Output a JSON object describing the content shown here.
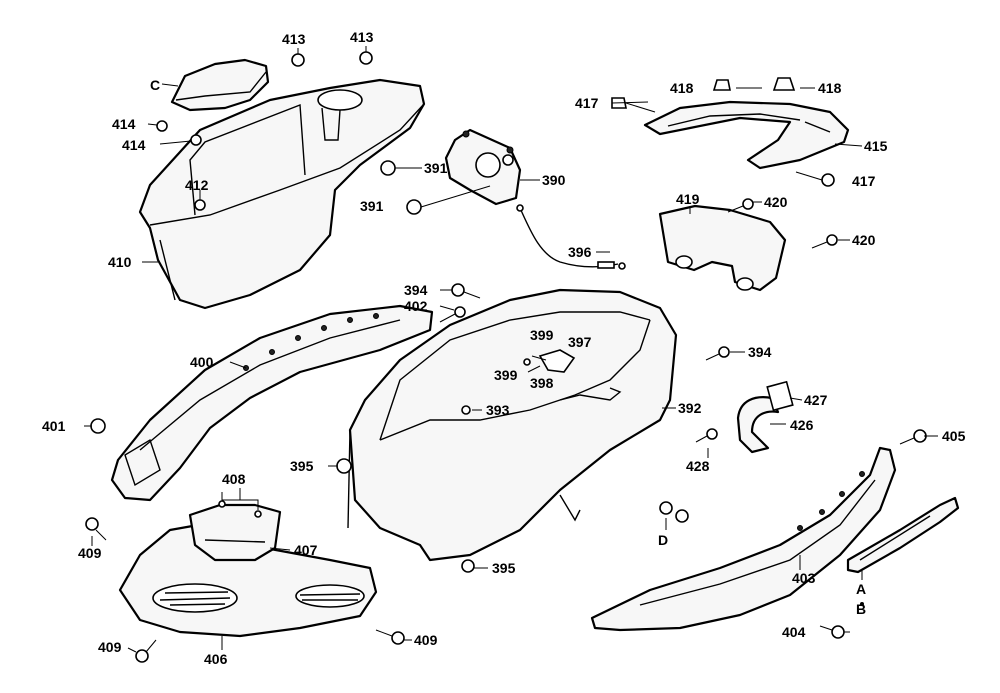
{
  "labels": {
    "p413a": "413",
    "p413b": "413",
    "pC": "C",
    "p414a": "414",
    "p414b": "414",
    "p412": "412",
    "p410": "410",
    "p391a": "391",
    "p391b": "391",
    "p390": "390",
    "p417a": "417",
    "p418a": "418",
    "p418b": "418",
    "p415": "415",
    "p417b": "417",
    "p419": "419",
    "p420a": "420",
    "p420b": "420",
    "p396": "396",
    "p394a": "394",
    "p402": "402",
    "p399a": "399",
    "p397": "397",
    "p399b": "399",
    "p398": "398",
    "p394b": "394",
    "p400": "400",
    "p393": "393",
    "p392": "392",
    "p427": "427",
    "p426": "426",
    "p401": "401",
    "p405": "405",
    "p428": "428",
    "p395a": "395",
    "p408": "408",
    "p409a": "409",
    "p407": "407",
    "pD": "D",
    "p403": "403",
    "pA": "A",
    "pB": "B",
    "p395b": "395",
    "p409b": "409",
    "p409c": "409",
    "p406": "406",
    "p404": "404"
  }
}
